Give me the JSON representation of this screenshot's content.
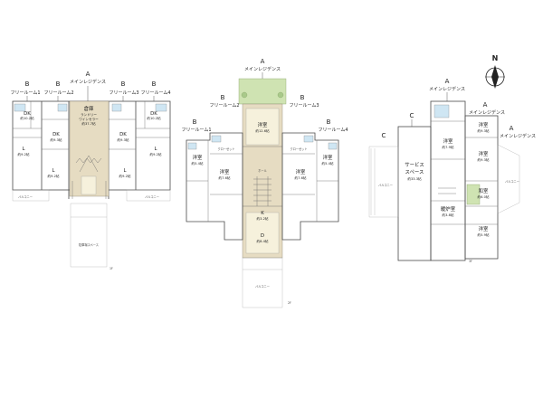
{
  "floor1": {
    "header_A": "A",
    "header_A_text": "メインレジデンス",
    "header_B": [
      "B",
      "B",
      "B",
      "B"
    ],
    "free_rooms": [
      "フリールーム1",
      "フリールーム2",
      "フリールーム3",
      "フリールーム4"
    ],
    "center_room": "倉庫",
    "center_room_sub1": "ランドリー",
    "center_room_sub2": "ワインセラー",
    "center_room_area": "約37.7帖",
    "dk_left": "DK",
    "dk_left_area": "約10.2帖",
    "dk_left2": "DK",
    "dk_left2_area": "約9.3帖",
    "dk_right": "DK",
    "dk_right_area": "約9.3帖",
    "dk_right2": "DK",
    "dk_right2_area": "約10.2帖",
    "l_left": "L",
    "l_left_area": "約9.2帖",
    "l_left2": "L",
    "l_left2_area": "約9.2帖",
    "l_right": "L",
    "l_right_area": "約9.2帖",
    "l_right2": "L",
    "l_right2_area": "約9.2帖",
    "parking": "駐車場スペース",
    "balcony_left": "バルコニー",
    "balcony_right": "バルコニー",
    "floor_label": "1F"
  },
  "floor2": {
    "header_A": "A",
    "header_A_text": "メインレジデンス",
    "header_B": [
      "B",
      "B",
      "B",
      "B"
    ],
    "free_rooms": [
      "フリールーム1",
      "フリールーム2",
      "フリールーム3",
      "フリールーム4"
    ],
    "hall": "ホール",
    "top_room": "洋室",
    "top_room_area": "約12.6帖",
    "k": "K",
    "k_area": "約3.2帖",
    "d": "D",
    "d_area": "約8.4帖",
    "yo_left1": "洋室",
    "yo_left1_area": "約5.4帖",
    "yo_left2": "洋室",
    "yo_left2_area": "約7.6帖",
    "yo_right1": "洋室",
    "yo_right1_area": "約7.6帖",
    "yo_right2": "洋室",
    "yo_right2_area": "約5.4帖",
    "closet_left": "クローゼット",
    "closet_right": "クローゼット",
    "balcony": "バルコニー",
    "floor_label": "2F"
  },
  "floor3": {
    "header_A": "A",
    "header_A_text": "メインレジデンス",
    "header_A2": "A",
    "header_A2_text": "メインレジデンス",
    "header_A3": "A",
    "header_A3_text": "メインレジデンス",
    "header_C": "C",
    "header_C2": "C",
    "service": "サービス",
    "service2": "スペース",
    "service_area": "約33.3帖",
    "yo1": "洋室",
    "yo1_area": "約7.9帖",
    "yo2": "洋室",
    "yo2_area": "約9.3帖",
    "yo3": "洋室",
    "yo3_area": "約9.3帖",
    "washitsu": "和室",
    "washitsu_area": "約6.0帖",
    "danro": "暖炉室",
    "danro_area": "約3.8帖",
    "yo4": "洋室",
    "yo4_area": "約5.9帖",
    "balcony_left": "バルコニー",
    "balcony_right": "バルコニー",
    "floor_label": "3F"
  },
  "compass": {
    "north": "N"
  },
  "colors": {
    "storage": "#e6dcc2",
    "bath": "#cfe6f3",
    "garden": "#cfe3b2"
  }
}
